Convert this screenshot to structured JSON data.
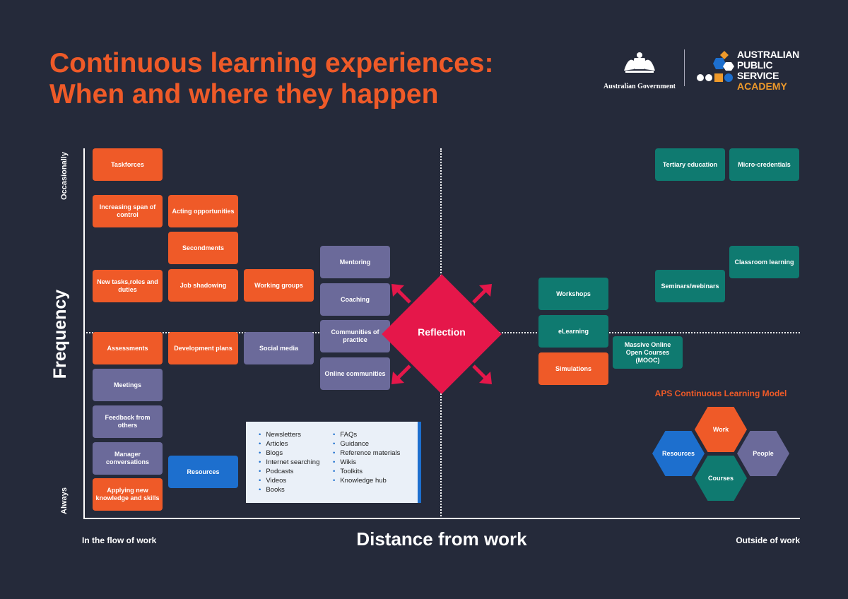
{
  "title": {
    "line1": "Continuous learning experiences:",
    "line2": "When and where they happen"
  },
  "logos": {
    "gov": "Australian Government",
    "apsa_line1": "AUSTRALIAN",
    "apsa_line2": "PUBLIC SERVICE",
    "apsa_line3": "ACADEMY"
  },
  "axes": {
    "y_title": "Frequency",
    "y_top": "Occasionally",
    "y_bottom": "Always",
    "x_title": "Distance from work",
    "x_left": "In the flow of work",
    "x_right": "Outside of work"
  },
  "colors": {
    "orange": "#ef5a28",
    "purple": "#6b6a9a",
    "blue": "#1d6fce",
    "teal": "#0f7a70",
    "reflection": "#e5174a",
    "background": "#252a3a"
  },
  "boxes": {
    "taskforces": "Taskforces",
    "span": "Increasing span of control",
    "acting": "Acting opportunities",
    "secondments": "Secondments",
    "newtasks": "New tasks,roles and duties",
    "shadowing": "Job shadowing",
    "working_groups": "Working groups",
    "assessments": "Assessments",
    "dev_plans": "Development plans",
    "social_media": "Social media",
    "mentoring": "Mentoring",
    "coaching": "Coaching",
    "cop": "Communities of practice",
    "online_comm": "Online communities",
    "meetings": "Meetings",
    "feedback": "Feedback from others",
    "manager": "Manager conversations",
    "applying": "Applying new knowledge and skills",
    "resources": "Resources",
    "reflection": "Reflection",
    "workshops": "Workshops",
    "elearning": "eLearning",
    "simulations": "Simulations",
    "mooc": "Massive Online Open Courses (MOOC)",
    "tertiary": "Tertiary education",
    "micro": "Micro-credentials",
    "classroom": "Classroom learning",
    "seminars": "Seminars/webinars"
  },
  "resources_list": {
    "col1": [
      "Newsletters",
      "Articles",
      "Blogs",
      "Internet searching",
      "Podcasts",
      "Videos",
      "Books"
    ],
    "col2": [
      "FAQs",
      "Guidance",
      "Reference materials",
      "Wikis",
      "Toolkits",
      "Knowledge hub"
    ]
  },
  "model": {
    "title": "APS Continuous Learning Model",
    "work": "Work",
    "resources": "Resources",
    "people": "People",
    "courses": "Courses"
  }
}
